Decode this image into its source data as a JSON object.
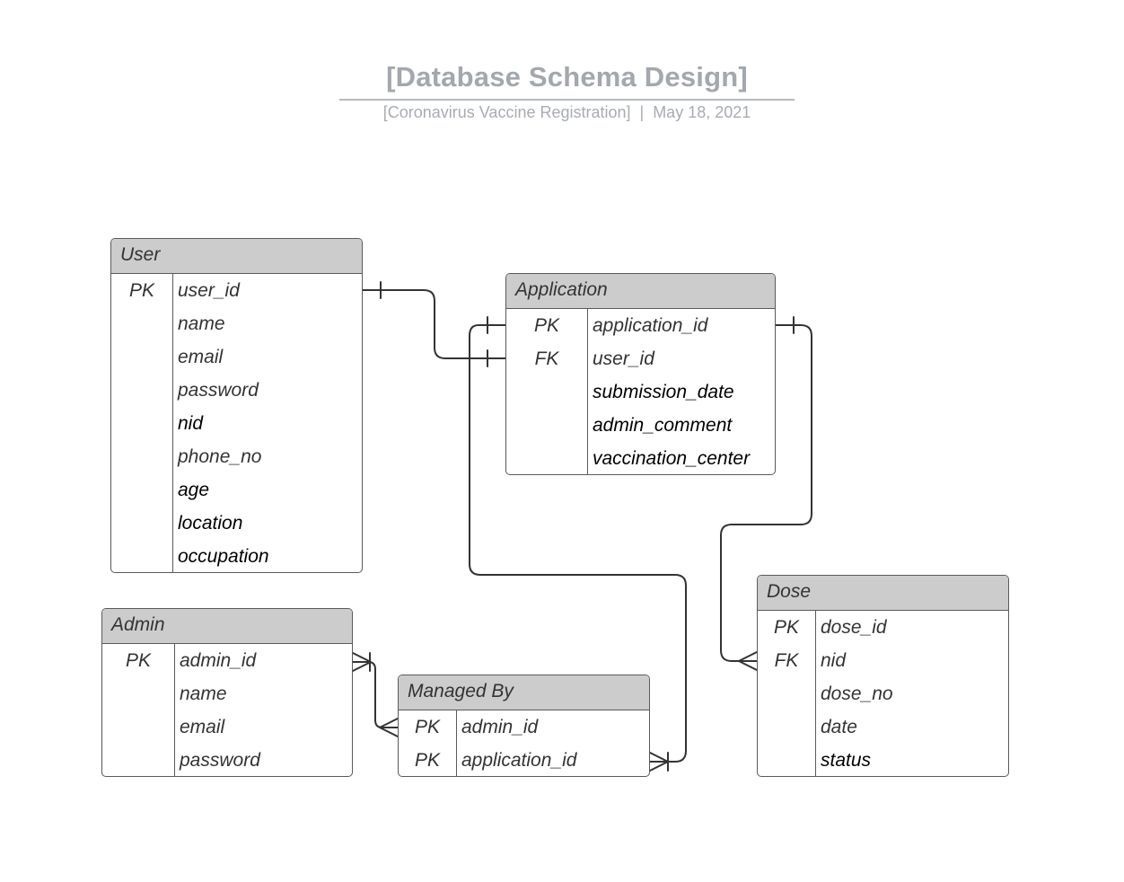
{
  "header": {
    "title": "[Database Schema Design]",
    "subtitle": "[Coronavirus Vaccine Registration]  |  May 18, 2021"
  },
  "entities": {
    "user": {
      "name": "User",
      "rows": [
        {
          "key": "PK",
          "field": "user_id"
        },
        {
          "key": "",
          "field": "name"
        },
        {
          "key": "",
          "field": "email"
        },
        {
          "key": "",
          "field": "password"
        },
        {
          "key": "",
          "field": "nid"
        },
        {
          "key": "",
          "field": "phone_no"
        },
        {
          "key": "",
          "field": "age"
        },
        {
          "key": "",
          "field": "location"
        },
        {
          "key": "",
          "field": "occupation"
        }
      ]
    },
    "application": {
      "name": "Application",
      "rows": [
        {
          "key": "PK",
          "field": "application_id"
        },
        {
          "key": "FK",
          "field": "user_id"
        },
        {
          "key": "",
          "field": "submission_date"
        },
        {
          "key": "",
          "field": "admin_comment"
        },
        {
          "key": "",
          "field": "vaccination_center"
        }
      ]
    },
    "admin": {
      "name": "Admin",
      "rows": [
        {
          "key": "PK",
          "field": "admin_id"
        },
        {
          "key": "",
          "field": "name"
        },
        {
          "key": "",
          "field": "email"
        },
        {
          "key": "",
          "field": "password"
        }
      ]
    },
    "managed_by": {
      "name": "Managed By",
      "rows": [
        {
          "key": "PK",
          "field": "admin_id"
        },
        {
          "key": "PK",
          "field": "application_id"
        }
      ]
    },
    "dose": {
      "name": "Dose",
      "rows": [
        {
          "key": "PK",
          "field": "dose_id"
        },
        {
          "key": "FK",
          "field": "nid"
        },
        {
          "key": "",
          "field": "dose_no"
        },
        {
          "key": "",
          "field": "date"
        },
        {
          "key": "",
          "field": "status"
        }
      ]
    }
  },
  "relationships": [
    {
      "from": "user.user_id",
      "to": "application.user_id",
      "from_end": "one",
      "to_end": "one"
    },
    {
      "from": "application.application_id",
      "to": "managed_by.application_id",
      "from_end": "one",
      "to_end": "one-or-many"
    },
    {
      "from": "application.application_id",
      "to": "dose.nid",
      "from_end": "one",
      "to_end": "many"
    },
    {
      "from": "admin.admin_id",
      "to": "managed_by.admin_id",
      "from_end": "one-or-many",
      "to_end": "many"
    }
  ],
  "colors": {
    "header_fill": "#cccccc",
    "border": "#5a5a5a",
    "line": "#333333",
    "title": "#a3a7ae"
  }
}
